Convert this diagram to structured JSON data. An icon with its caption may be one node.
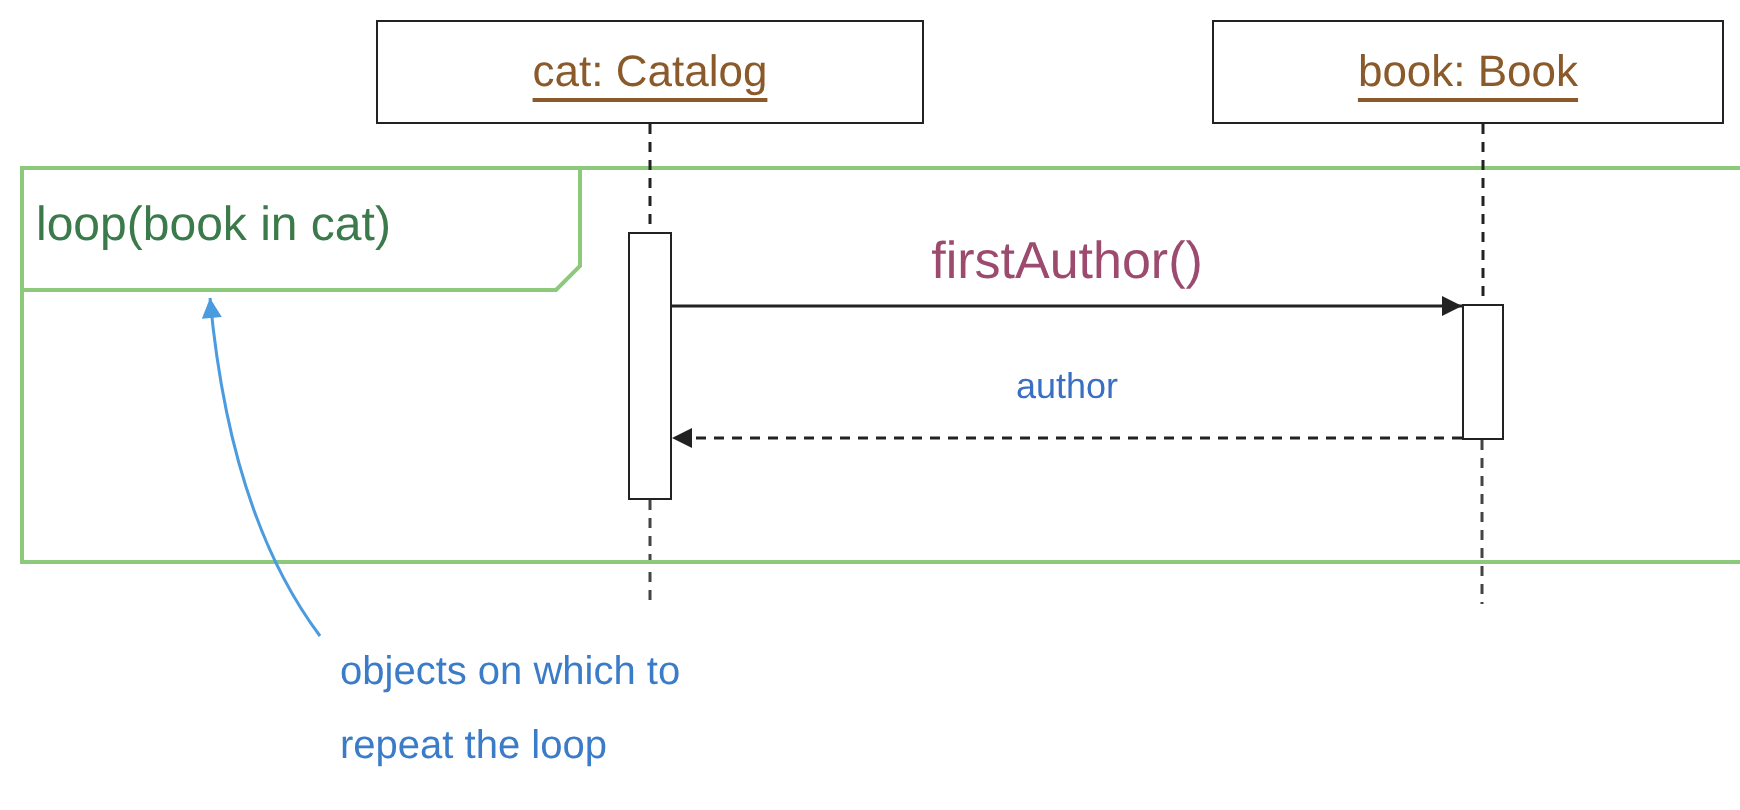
{
  "diagram": {
    "nodes": [
      {
        "text": [
          "cat: Catalog"
        ]
      },
      {
        "text": [
          "book: Book"
        ]
      },
      {
        "text": [
          "loop(book in cat)"
        ]
      },
      {
        "text": [],
        "shape": "bar",
        "in": 2
      },
      {
        "text": [],
        "shape": "bar",
        "in": 2
      },
      {
        "text": [
          "objects on which to repeat the loop"
        ]
      }
    ],
    "edges": [
      {
        "from": 0,
        "to": 3,
        "arrow": "none",
        "style": "dashed"
      },
      {
        "from": 1,
        "to": 4,
        "arrow": "none",
        "style": "dashed"
      },
      {
        "from": 3,
        "to": 4,
        "arrow": "to",
        "label": "firstAuthor()"
      },
      {
        "from": 4,
        "to": 3,
        "arrow": "to",
        "label": "author",
        "style": "dashed"
      },
      {
        "from": 5,
        "to": 2,
        "arrow": "to",
        "color": "#4a9be0"
      }
    ]
  }
}
